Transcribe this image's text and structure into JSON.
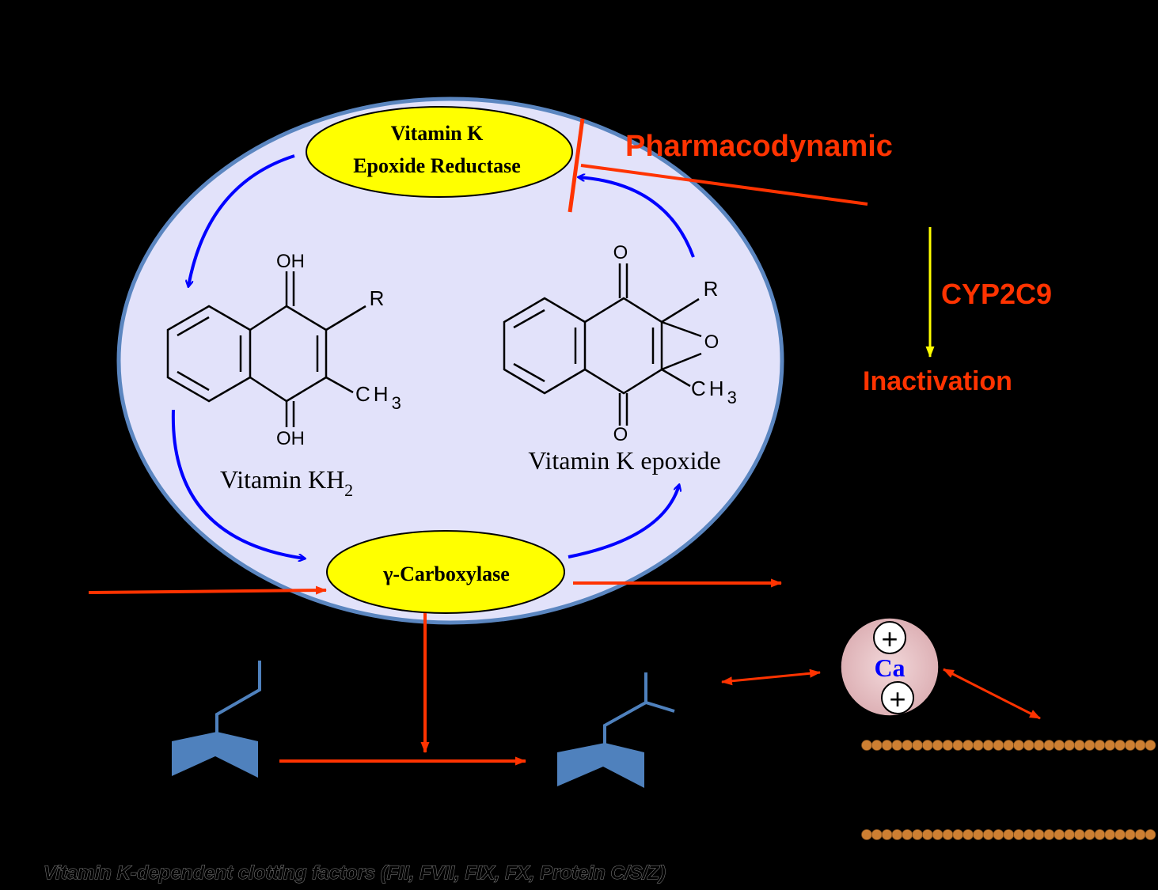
{
  "cell_labels": {
    "vkor_line1": "Vitamin K",
    "vkor_line2": "Epoxide Reductase",
    "carboxylase": "γ-Carboxylase"
  },
  "molecules": {
    "kh2": {
      "name_main": "Vitamin KH",
      "name_sub": "2",
      "oh_top": "OH",
      "oh_bottom": "OH",
      "r": "R",
      "ch": "CH",
      "ch_sub": "3"
    },
    "epoxide": {
      "name": "Vitamin K epoxide",
      "o_top": "O",
      "o_bottom": "O",
      "o_ring": "O",
      "r": "R",
      "ch": "CH",
      "ch_sub": "3"
    }
  },
  "annotations": {
    "pharmacodynamic": "Pharmacodynamic",
    "cyp": "CYP2C9",
    "inactivation": "Inactivation"
  },
  "calcium": {
    "symbol": "Ca",
    "plus": "+"
  },
  "caption": "Vitamin K-dependent clotting factors (FII, FVII, FIX, FX, Protein C/S/Z)",
  "colors": {
    "cell_fill": "#e2e2fa",
    "cell_stroke": "#5b86c0",
    "enzyme_fill": "#ffff00",
    "cycle_arrow": "#0000ff",
    "red": "#ff3300",
    "cyp_arrow": "#ffff00",
    "protein": "#4f81bd",
    "lipid_head": "#cd7f32",
    "ca_fill": "#e8c4c8"
  }
}
